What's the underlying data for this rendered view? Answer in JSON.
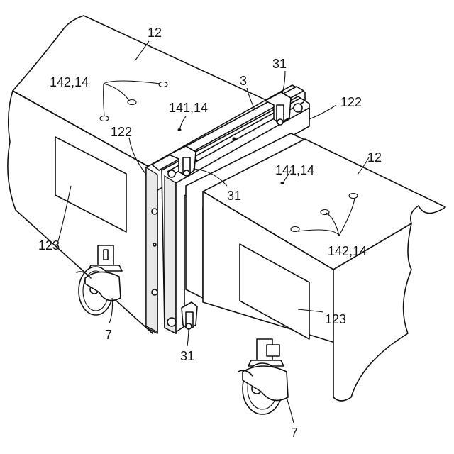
{
  "labels": {
    "beam_top_left": "12",
    "beam_top_right": "12",
    "holes_left": "142,14",
    "holes_right": "142,14",
    "hole_small_left": "141,14",
    "hole_small_right": "141,14",
    "connector": "3",
    "flange_left": "122",
    "flange_right": "122",
    "clamp_top_right": "31",
    "clamp_middle": "31",
    "clamp_bottom": "31",
    "window_left": "123",
    "window_right": "123",
    "caster_left": "7",
    "caster_right": "7"
  }
}
